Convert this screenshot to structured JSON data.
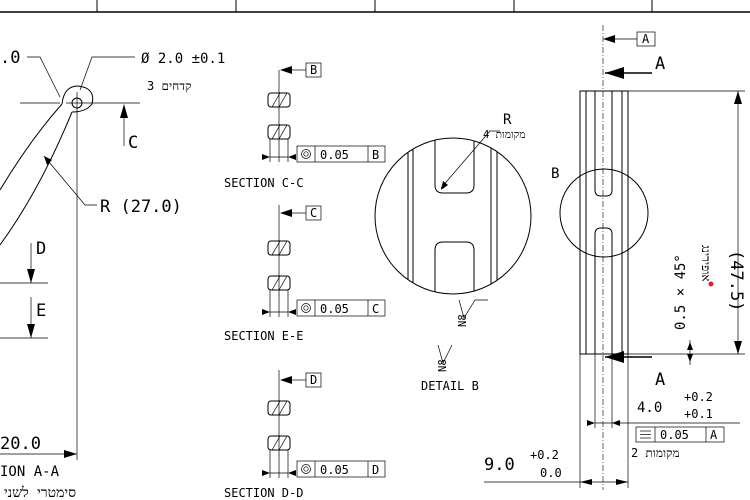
{
  "left_view": {
    "dim_top_partial": ".0",
    "hole_dim": "Ø 2.0 ±0.1",
    "hole_count_note": "3 קדחים",
    "radius_label": "R (27.0)",
    "section_arrow_c": "C",
    "section_arrow_d": "D",
    "section_arrow_e": "E",
    "bottom_dim": "20.0",
    "section_title": "ION A-A",
    "symmetric_note": "סימטרי לשני"
  },
  "sections": [
    {
      "datum": "B",
      "tolerance": "0.05",
      "datum_ref": "B",
      "title": "SECTION C-C"
    },
    {
      "datum": "C",
      "tolerance": "0.05",
      "datum_ref": "C",
      "title": "SECTION E-E"
    },
    {
      "datum": "D",
      "tolerance": "0.05",
      "datum_ref": "D",
      "title": "SECTION D-D"
    }
  ],
  "detail": {
    "radius_label": "R",
    "radius_note": "4 מקומות",
    "surface_mark_1": "N8",
    "surface_mark_2": "N8",
    "title": "DETAIL B"
  },
  "right_view": {
    "datum_a": "A",
    "section_a_top": "A",
    "section_a_bottom": "A",
    "detail_callout": "B",
    "length_dim": "(47.5)",
    "chamfer_dim": "0.5 × 45°",
    "chamfer_note": "אופירינג",
    "width_nominal": "4.0",
    "width_tol_upper": "+0.2",
    "width_tol_lower": "+0.1",
    "flatness_tol": "0.05",
    "flatness_datum": "A",
    "places_note": "2 מקומות",
    "overall_nominal": "9.0",
    "overall_tol_upper": "+0.2",
    "overall_tol_lower": "0.0"
  },
  "colors": {
    "lines": "#000000",
    "marker": "#e02020",
    "background": "#ffffff"
  }
}
